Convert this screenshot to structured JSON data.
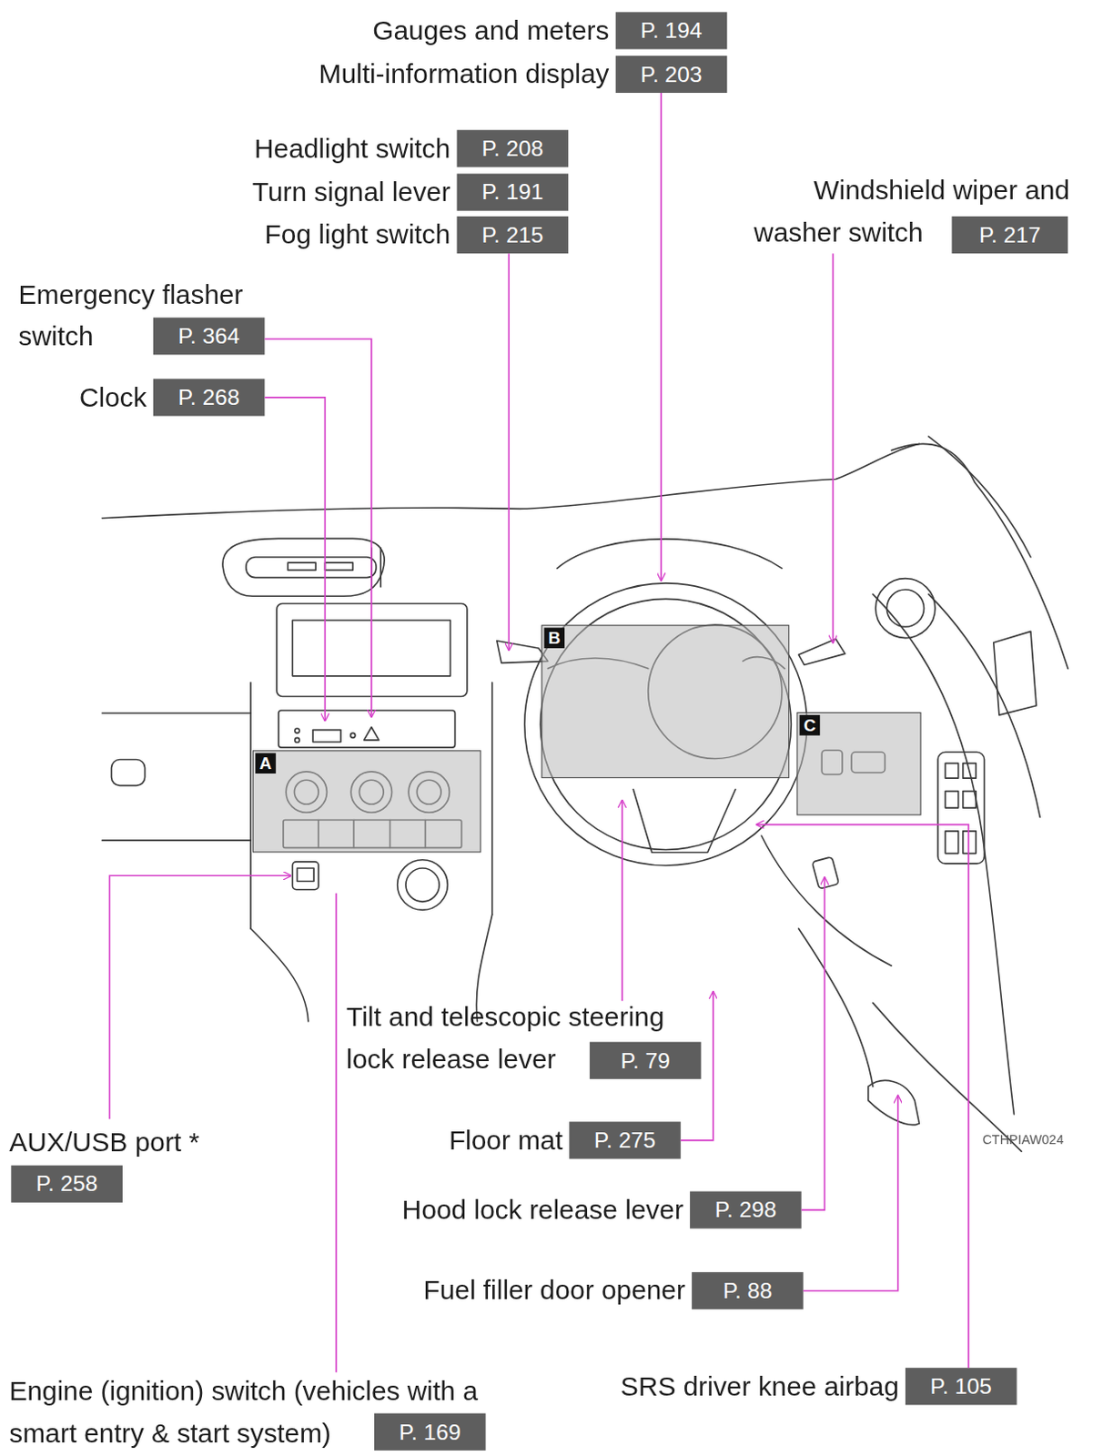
{
  "diagram": {
    "nodes": [
      {
        "text": [
          "Gauges and meters",
          "P. 194"
        ]
      },
      {
        "text": [
          "Multi-information display",
          "P. 203"
        ]
      },
      {
        "text": [
          "Headlight switch",
          "P. 208"
        ]
      },
      {
        "text": [
          "Turn signal lever",
          "P. 191"
        ]
      },
      {
        "text": [
          "Fog light switch",
          "P. 215"
        ]
      },
      {
        "text": [
          "Windshield wiper and washer switch",
          "P. 217"
        ]
      },
      {
        "text": [
          "Emergency flasher switch",
          "P. 364"
        ]
      },
      {
        "text": [
          "Clock",
          "P. 268"
        ]
      },
      {
        "text": [
          "B"
        ]
      },
      {
        "text": [
          "C"
        ]
      },
      {
        "text": [
          "A"
        ]
      },
      {
        "text": [
          "AUX/USB port *",
          "P. 258"
        ]
      },
      {
        "text": [
          "Tilt and telescopic steering lock release lever",
          "P. 79"
        ]
      },
      {
        "text": [
          "Floor mat",
          "P. 275"
        ]
      },
      {
        "text": [
          "Hood lock release lever",
          "P. 298"
        ]
      },
      {
        "text": [
          "Fuel filler door opener",
          "P. 88"
        ]
      },
      {
        "text": [
          "Engine (ignition) switch (vehicles with a smart entry & start system)",
          "P. 169"
        ]
      },
      {
        "text": [
          "SRS driver knee airbag",
          "P. 105"
        ]
      }
    ],
    "labels": [
      "CTHPIAW024"
    ]
  }
}
